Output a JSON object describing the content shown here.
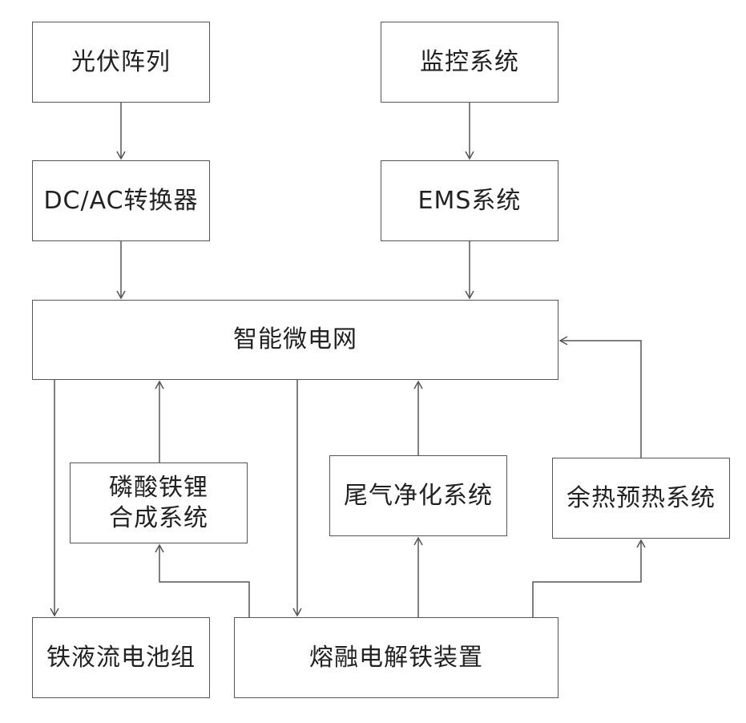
{
  "nodes": {
    "pv_array": "光伏阵列",
    "monitoring": "监控系统",
    "dcac": "DC/AC转换器",
    "ems": "EMS系统",
    "smart_grid": "智能微电网",
    "lfp_line1": "磷酸铁锂",
    "lfp_line2": "合成系统",
    "exhaust": "尾气净化系统",
    "waste_heat": "余热预热系统",
    "battery": "铁液流电池组",
    "melt_electrolysis": "熔融电解铁装置"
  },
  "colors": {
    "line": "#555555",
    "border": "#555555",
    "text": "#222222"
  }
}
